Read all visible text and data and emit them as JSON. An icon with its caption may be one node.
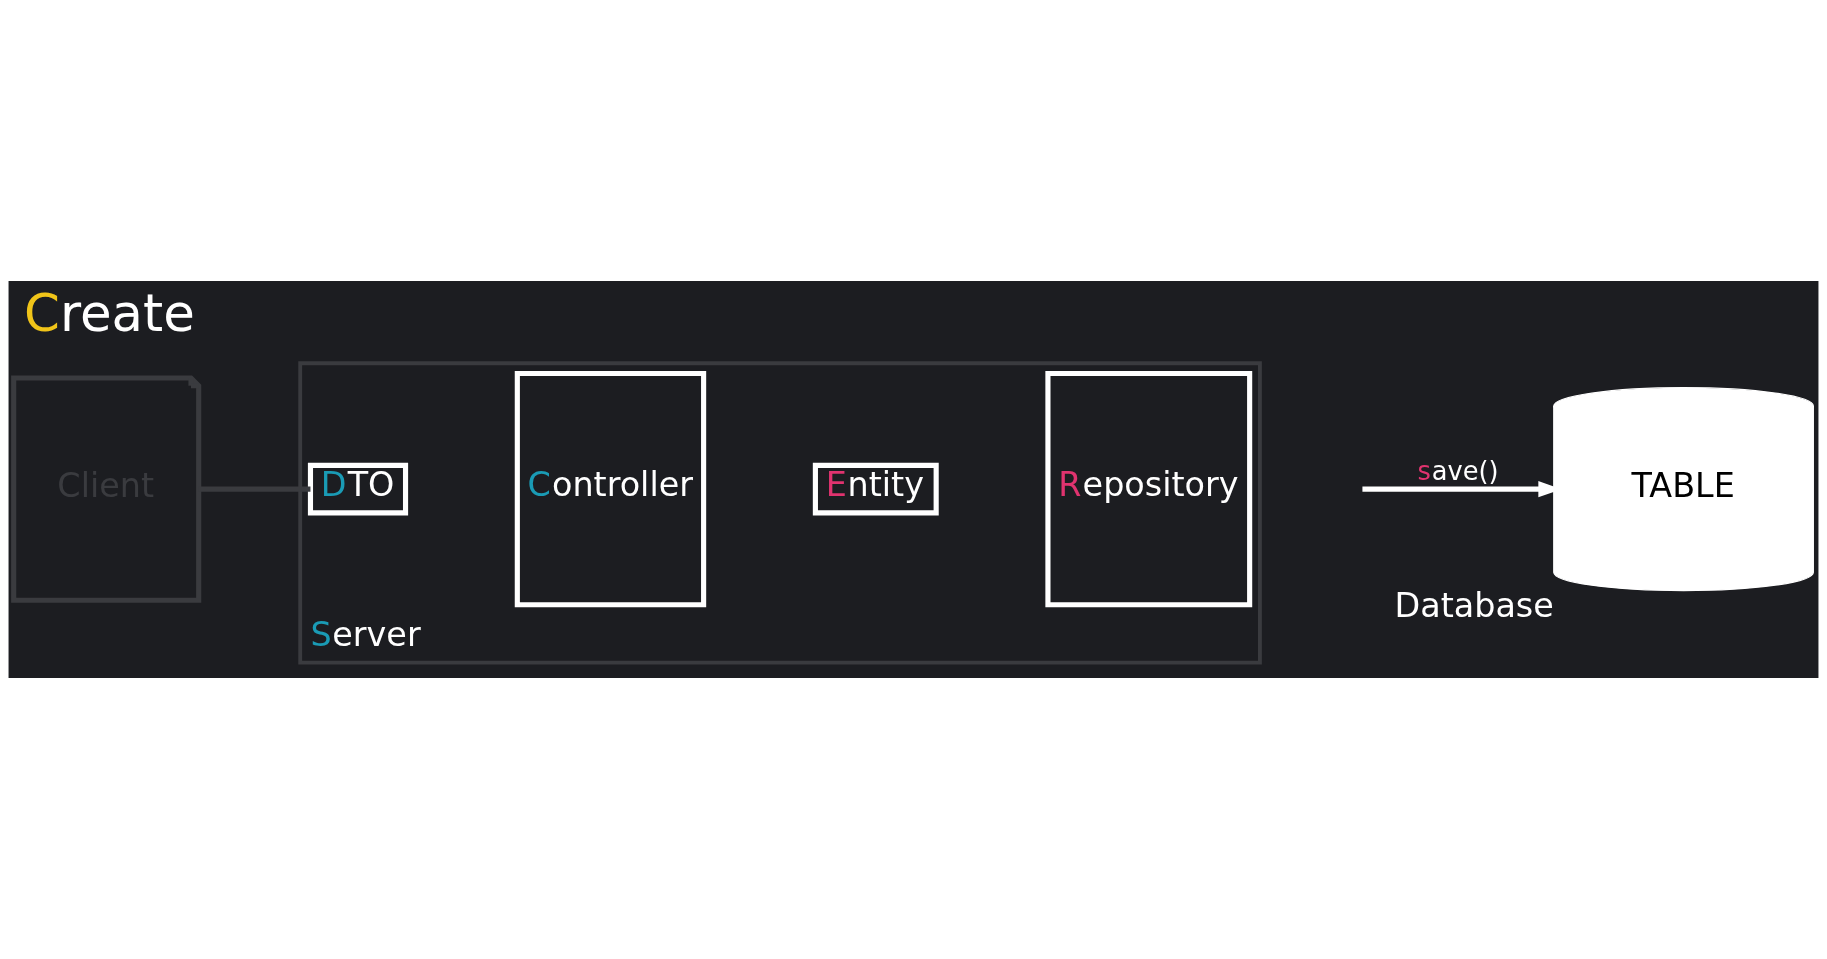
{
  "diagram": {
    "title": "Create",
    "nodes": [
      {
        "text": [
          "Client"
        ]
      },
      {
        "text": [
          "Server"
        ]
      },
      {
        "text": [
          "DTO"
        ],
        "in": 1
      },
      {
        "text": [
          "Controller"
        ],
        "in": 1
      },
      {
        "text": [
          "Entity"
        ],
        "in": 1
      },
      {
        "text": [
          "Repository"
        ],
        "in": 1
      },
      {
        "text": [
          "TABLE"
        ],
        "beside": [
          "Database"
        ]
      }
    ],
    "edges": [
      {
        "from": 0,
        "to": 2,
        "arrow": "none",
        "color": "#3a3b3f"
      },
      {
        "from": null,
        "to": 6,
        "arrow": "to",
        "label": "save()",
        "color": "#ffffff"
      }
    ]
  }
}
